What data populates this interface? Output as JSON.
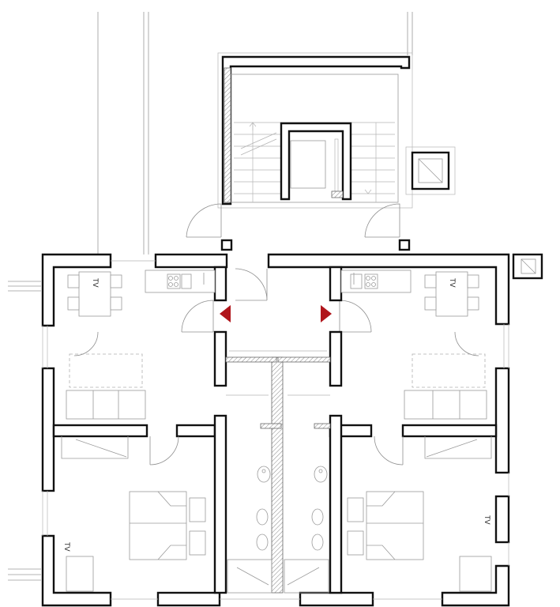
{
  "labels": {
    "tv_left_living": "TV",
    "tv_right_living": "TV",
    "tv_right_bedroom": "TV",
    "tv_left_bedroom": "TV"
  },
  "colors": {
    "wall_stroke": "#111111",
    "thin_line": "#9a9a9a",
    "entrance_arrow": "#b0151b"
  },
  "icons": [
    "entrance-arrow-left",
    "entrance-arrow-right"
  ]
}
